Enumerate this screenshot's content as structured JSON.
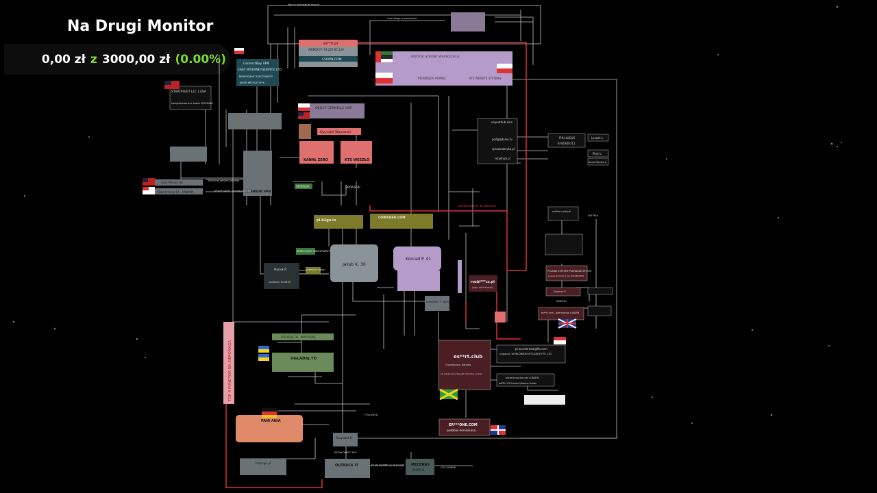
{
  "overlay": {
    "title": "Na Drugi Monitor",
    "current": "0,00 zł",
    "separator": "z",
    "goal": "3000,00 zł",
    "percent": "(0.00%)",
    "progress_fraction": 0
  },
  "colors": {
    "background": "#000000",
    "accent_green": "#7ddc2e",
    "red_link": "#e0303a",
    "node_gray": "#8a9498",
    "node_teal": "#1f4a55",
    "node_purple": "#b59bc9",
    "node_red": "#e07070",
    "node_olive": "#7d7a2a",
    "node_orange": "#e08a6a",
    "node_maroon": "#4a1e22",
    "node_green": "#6b8a5a"
  },
  "diagram": {
    "nodes": {
      "top_link": "link na archiwalnej stronie",
      "zrzut": "zrzut bloga w podstronie",
      "csivpn": "CSIVPN.COM",
      "es_pl": "es**rt.pl",
      "airbox": "AIRBOX IP: 93.220.65.129",
      "connectbay": "ConnectBay VPN",
      "easy_ltd": "EASY INTERNETSERVICE LTD",
      "benef": "BENEFICJENT RZECZYWISTY",
      "jakub_k": "JAKUB KRZYSZTOF K.",
      "panel_jakubk": "JAKUB K.",
      "ukrycie": "UKRYCIE STRONY WŁAŚCICIELA",
      "pomoc": "PIERWSZA POMOC",
      "kts_p": "KTS WEBSITE SYSTEMS",
      "startpleet": "STARTPLEET LLC | USA",
      "wyoming": "zarejestrowana w stanie WYOMING",
      "object": "OBJECT GERMELLE VISP",
      "krzysztof": "Krzysztof Stanowski",
      "kanal_zero": "KANAŁ ZERO",
      "kts_weszlo": "KTS WESZŁO",
      "sponsor": "SPONSOR",
      "incensor": "INCENSOR VPN",
      "sponsor_tag": "SPONSOR",
      "tech_service": "technical service provider",
      "service_owner": "service owner, zarządca logów",
      "voyouthub": "voyouthub.com",
      "podglad": "podglądanie.tv",
      "sprawna": "sprawnabryka.pl",
      "retail": "retailhub.cc",
      "fhu": "FHU LUGUS",
      "nip": "6781920711",
      "leszek": "Leszek L.",
      "piotr": "Piotr L.",
      "anna": "Anna Danuta L.",
      "pl_b2go": "pl.b2go.io",
      "coincher": "COINCHER.COM",
      "przekierowanie": "przekierowanie do płatności",
      "jakub30": "Jakub K. 30",
      "konrad41": "Konrad P. 41",
      "maciek": "Maciek R.",
      "maciek_sub": "urodzony 20.08.87",
      "dyrektor": "DYREKTOR SPÓŁKI",
      "benef2": "BENEFICJENT RZECZYWISTY",
      "rozbi": "rozbi***cz.pl",
      "rozbi_sub": "(cap: es**rt.club)",
      "moderator": "moderator + użytkownik",
      "ogladaj": "OGLADAJ.TO",
      "ogladaj_top": "OGLADAJ.TO - WATCHERS",
      "es_club": "es**rt.club",
      "es_club_sub": "Charlestown, Kanada",
      "es_club_desc": "ok. kilkanaście dziesiąt milionów rocznie",
      "wonderdeal": "pl.wonderdealgifts.com",
      "singapur": "singapur, WORLDWIDEGIFTCARDS PTE. LTD",
      "perfect": "perfectvoucher.net LONDYN",
      "bepro": "bePRO LTD Łukasz Mateusz Rudzki",
      "mefrion": "mefrion-ostly.pl",
      "artykul": "ARTYKUŁ",
      "polskie": "POLSKIE SYSTEMY PŁATNICZE SP ZOO",
      "polskie_sub": "prezes Dominik P. nip 5252810680",
      "dominik": "Dominik P.",
      "zarzad": "ZARZĄD",
      "es_com": "es**rt.com - alternatywa LONDYN",
      "pani_ania": "PANI ANIA",
      "vertical_top4": "TOP 4 FUNDTOR NA SIEPOMAGA",
      "follow": "FOLLOW 82",
      "er_one": "ER***ONE.COM",
      "er_one_sub": "podobno dominikana",
      "krzysztof_k": "Krzysztof K.",
      "outback": "OUTBACK IT",
      "mecenas": "MECENAS",
      "mecenas_sub": "PIOTR B.",
      "ceo": "CEO OWNER",
      "ex_usl": "EX USŁUGOWIEC do 26.10.2024",
      "taqnigo": "taqnigo.pl",
      "udzialowiec": "UDZIAŁOWIEC 56%",
      "data_privacy": "Data Privacy SA",
      "panama": "Data Privacy SA - PANAMA"
    }
  }
}
